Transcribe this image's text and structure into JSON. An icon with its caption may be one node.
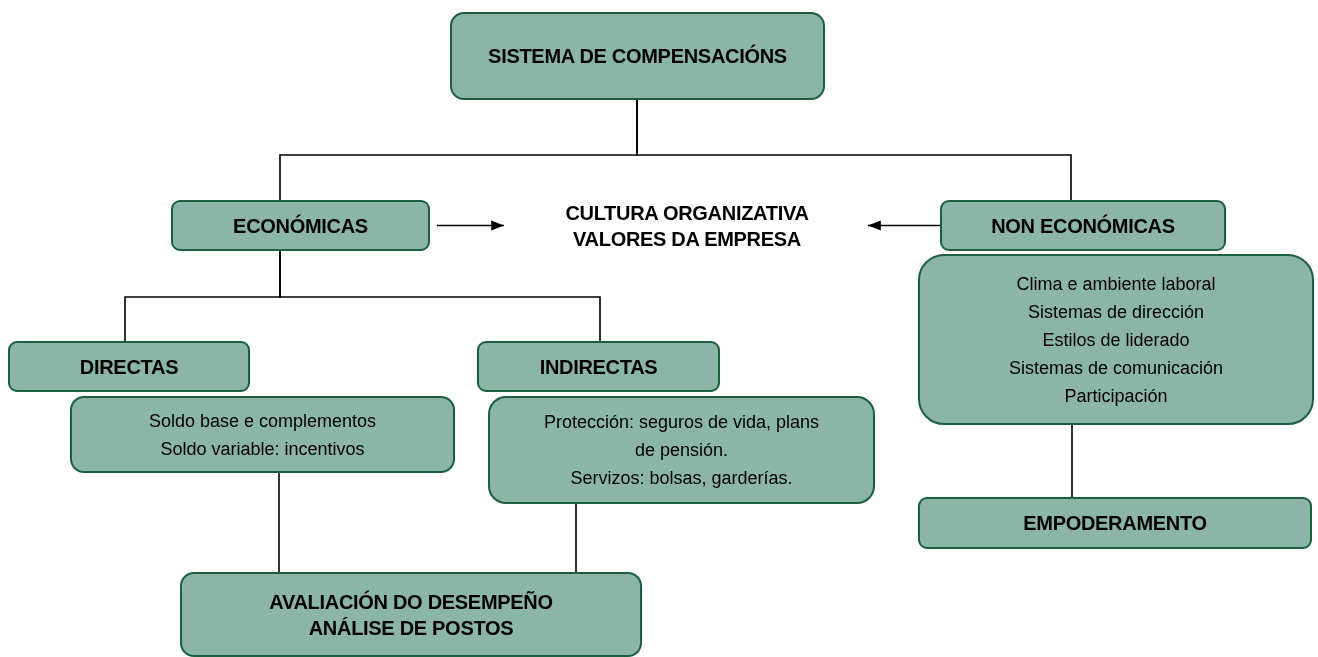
{
  "diagram": {
    "nodes": [
      {
        "text": [
          "SISTEMA DE COMPENSACIÓNS"
        ]
      },
      {
        "text": [
          "ECONÓMICAS"
        ]
      },
      {
        "text": [
          "CULTURA ORGANIZATIVA",
          "VALORES DA EMPRESA"
        ]
      },
      {
        "text": [
          "NON ECONÓMICAS"
        ]
      },
      {
        "text": [
          "Clima e ambiente laboral",
          "Sistemas de dirección",
          "Estilos de liderado",
          "Sistemas de comunicación",
          "Participación"
        ]
      },
      {
        "text": [
          "DIRECTAS"
        ]
      },
      {
        "text": [
          "Soldo base e complementos",
          "Soldo variable: incentivos"
        ]
      },
      {
        "text": [
          "INDIRECTAS"
        ]
      },
      {
        "text": [
          "Protección: seguros de vida, plans de pensión.",
          "Servizos: bolsas, garderías."
        ]
      },
      {
        "text": [
          "EMPODERAMENTO"
        ]
      },
      {
        "text": [
          "AVALIACIÓN DO DESEMPEÑO",
          "ANÁLISE DE POSTOS"
        ]
      }
    ],
    "edges": [
      {
        "from": 0,
        "to": 1,
        "arrow": "none"
      },
      {
        "from": 0,
        "to": 3,
        "arrow": "none"
      },
      {
        "from": 1,
        "to": 2,
        "arrow": "to"
      },
      {
        "from": 3,
        "to": 2,
        "arrow": "to"
      },
      {
        "from": 1,
        "to": 5,
        "arrow": "none"
      },
      {
        "from": 1,
        "to": 7,
        "arrow": "none"
      },
      {
        "from": 6,
        "to": 10,
        "arrow": "none"
      },
      {
        "from": 8,
        "to": 10,
        "arrow": "none"
      },
      {
        "from": 4,
        "to": 9,
        "arrow": "none"
      }
    ]
  }
}
